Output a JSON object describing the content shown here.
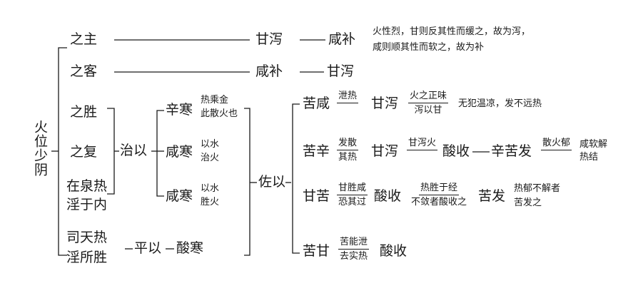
{
  "root": "火位少阴",
  "zhu": {
    "label": "之主",
    "flavor1": "甘泻",
    "flavor2": "咸补",
    "note_line1": "火性烈，甘则反其性而缓之，故为泻，",
    "note_line2": "咸则顺其性而软之，故为补"
  },
  "ke": {
    "label": "之客",
    "flavor1": "咸补",
    "flavor2": "甘泻"
  },
  "group": {
    "sheng": "之胜",
    "fu": "之复",
    "quan_line1": "在泉热",
    "quan_line2": "淫于内"
  },
  "zhi": {
    "label": "治以",
    "xin_han": "辛寒",
    "xin_han_note1": "热乘金",
    "xin_han_note2": "此散火也",
    "xian_han1": "咸寒",
    "xian_han1_note1": "以水",
    "xian_han1_note2": "治火",
    "xian_han2": "咸寒",
    "xian_han2_note1": "以水",
    "xian_han2_note2": "胜火"
  },
  "sitian": {
    "line1": "司天热",
    "line2": "淫所胜",
    "ping": "平以",
    "suan_han": "酸寒"
  },
  "zuo": {
    "label": "佐以",
    "r1": {
      "head": "苦咸",
      "f1_num": "泄热",
      "mid": "甘泻",
      "f2_num": "火之正味",
      "f2_den": "泻以甘",
      "tail": "无犯温凉，发不远热"
    },
    "r2": {
      "head": "苦辛",
      "f1_num": "发散",
      "f1_den": "其热",
      "mid": "甘泻",
      "f2_num": "甘泻火",
      "mid2": "酸收",
      "next": "辛苦发",
      "f3_num": "散火郁",
      "tail1": "咸软解",
      "tail2": "热结"
    },
    "r3": {
      "head": "甘苦",
      "f1_num": "甘胜咸",
      "f1_den": "恐其过",
      "mid": "酸收",
      "f2_num": "热胜于经",
      "f2_den": "不敛者酸收之",
      "next": "苦发",
      "tail1": "热郁不解者",
      "tail2": "苦发之"
    },
    "r4": {
      "head": "苦甘",
      "f1_num": "苦能泄",
      "f1_den": "去实热",
      "mid": "酸收"
    }
  }
}
